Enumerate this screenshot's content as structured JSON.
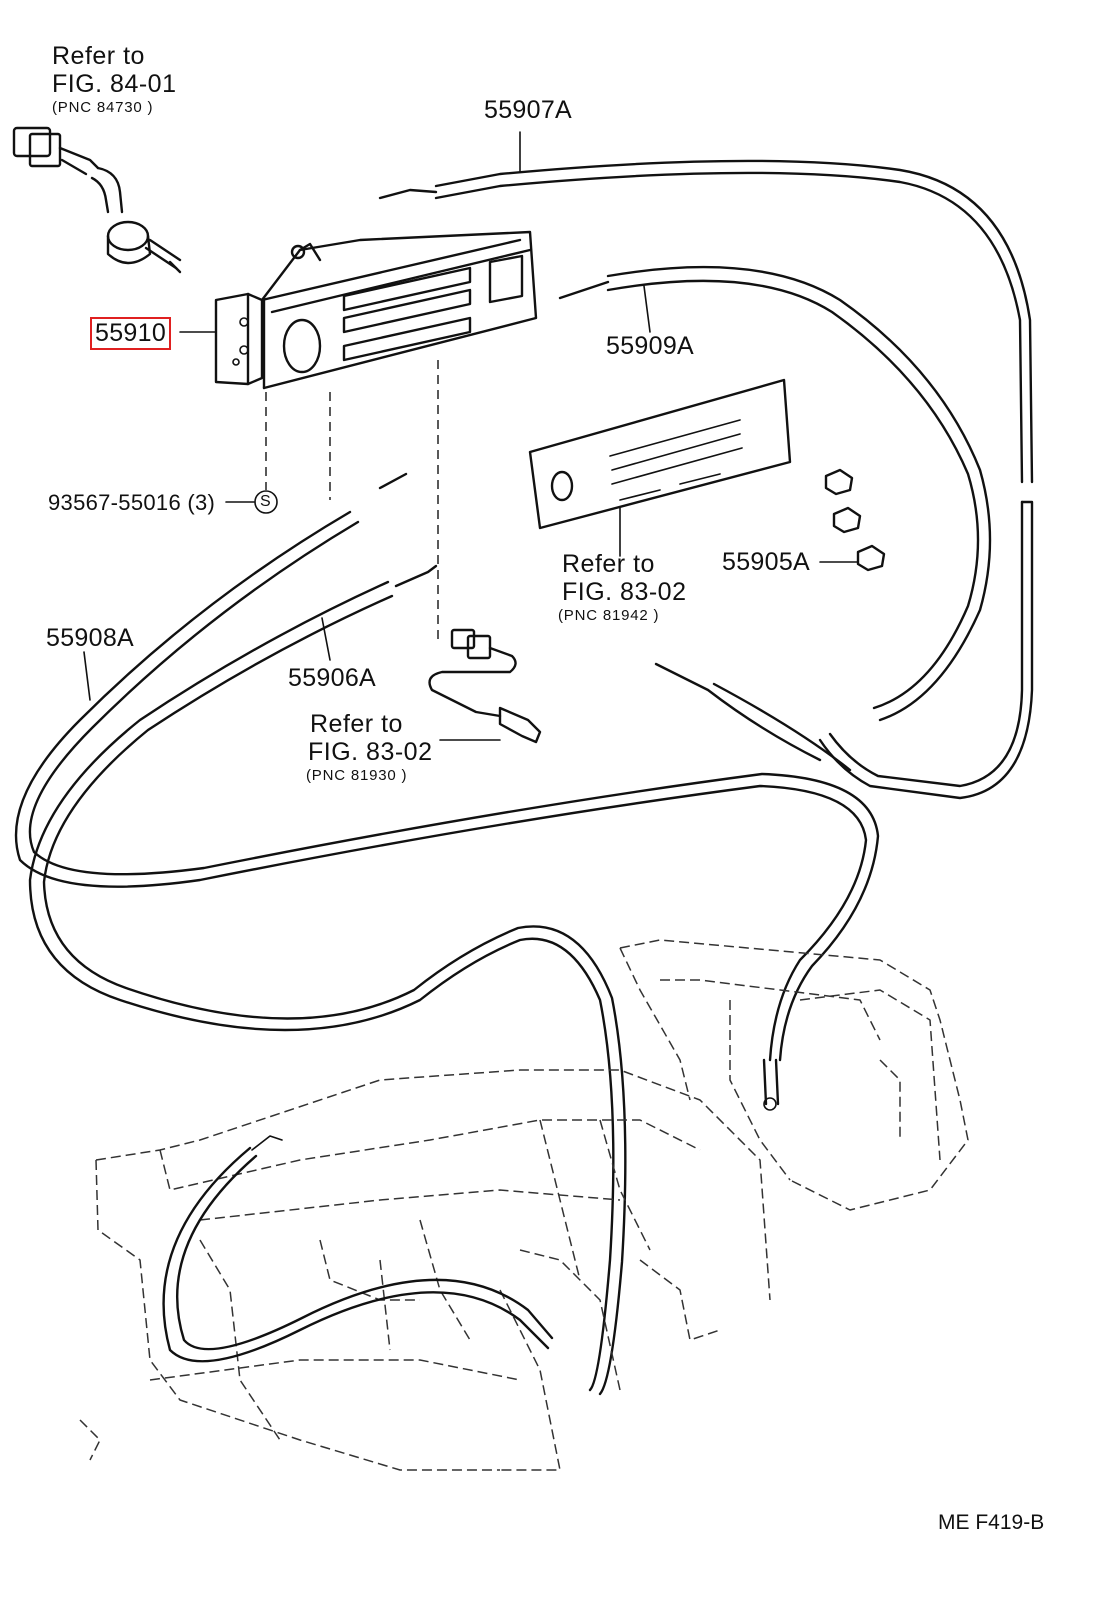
{
  "labels": {
    "refer_84_01": {
      "line1": "Refer to",
      "line2": "FIG. 84-01",
      "line3": "(PNC 84730 )"
    },
    "part_55907A": "55907A",
    "part_55910": "55910",
    "part_55909A": "55909A",
    "part_93567": "93567-55016 (3)",
    "symbol_s": "S",
    "refer_83_02_top": {
      "line1": "Refer  to",
      "line2": "FIG. 83-02",
      "line3": "(PNC 81942 )"
    },
    "part_55905A": "55905A",
    "part_55908A": "55908A",
    "part_55906A": "55906A",
    "refer_83_02_bottom": {
      "line1": "Refer to",
      "line2": "FIG. 83-02",
      "line3": "(PNC 81930 )"
    },
    "drawing_code": "ME   F419-B"
  },
  "highlight_color": "#e02020"
}
